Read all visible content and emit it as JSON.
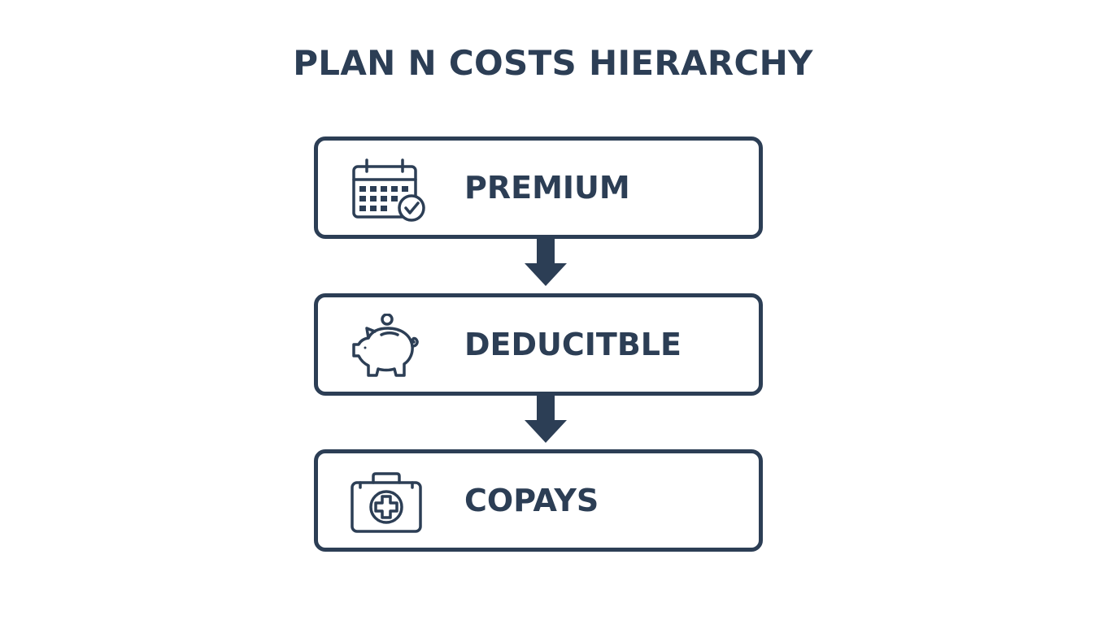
{
  "title": "PLAN N COSTS HIERARCHY",
  "colors": {
    "primary": "#2c3e55",
    "background": "#ffffff"
  },
  "levels": [
    {
      "label": "PREMIUM",
      "icon": "calendar-check-icon"
    },
    {
      "label": "DEDUCITBLE",
      "icon": "piggy-bank-icon"
    },
    {
      "label": "COPAYS",
      "icon": "medical-kit-icon"
    }
  ]
}
